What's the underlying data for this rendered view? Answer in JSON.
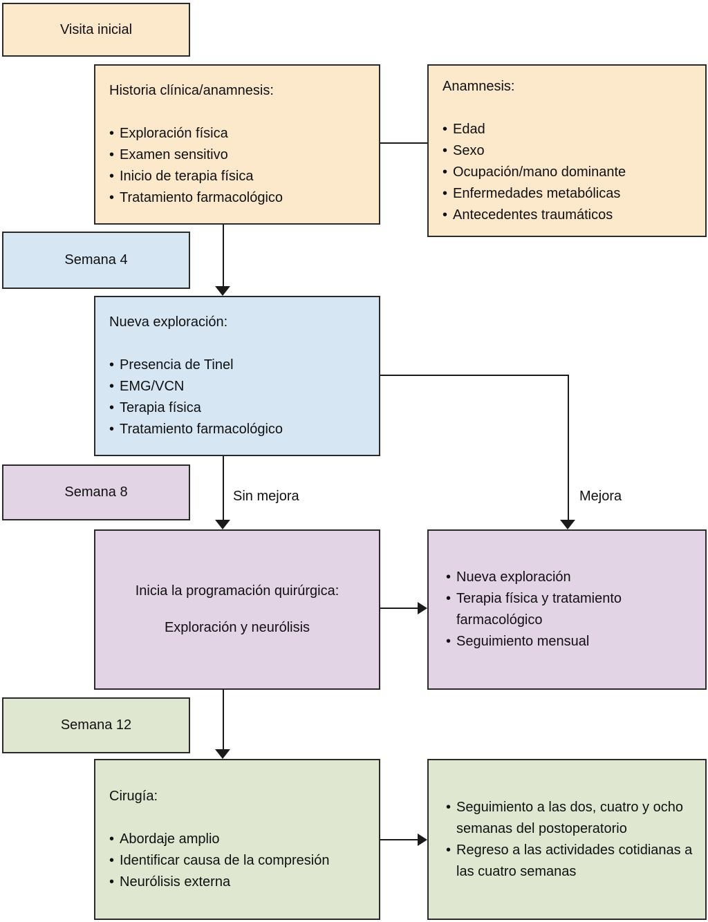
{
  "palette": {
    "peach": "#fce8cb",
    "blue": "#d6e7f3",
    "purple": "#e2d3e5",
    "green": "#dfe7d1",
    "border": "#2a2a2a",
    "line": "#1a1a1a",
    "text": "#101010",
    "background": "#ffffff"
  },
  "nodes": {
    "visita_inicial": {
      "label": "Visita inicial"
    },
    "historia": {
      "title": "Historia clínica/anamnesis:",
      "items": [
        "Exploración física",
        "Examen sensitivo",
        "Inicio de terapia física",
        "Tratamiento farmacológico"
      ]
    },
    "anamnesis": {
      "title": "Anamnesis:",
      "items": [
        "Edad",
        "Sexo",
        "Ocupación/mano dominante",
        "Enfermedades metabólicas",
        "Antecedentes traumáticos"
      ]
    },
    "semana_4": {
      "label": "Semana 4"
    },
    "nueva_exploracion": {
      "title": "Nueva exploración:",
      "items": [
        "Presencia de Tinel",
        "EMG/VCN",
        "Terapia física",
        "Tratamiento farmacológico"
      ]
    },
    "semana_8": {
      "label": "Semana 8"
    },
    "programacion_quirurgica": {
      "lines": [
        "Inicia la programación quirúrgica:",
        "Exploración y neurólisis"
      ]
    },
    "mejora_seguimiento": {
      "items": [
        "Nueva exploración",
        "Terapia física y tratamiento farmacológico",
        "Seguimiento mensual"
      ]
    },
    "semana_12": {
      "label": "Semana 12"
    },
    "cirugia": {
      "title": "Cirugía:",
      "items": [
        "Abordaje amplio",
        "Identificar causa de la compresión",
        "Neurólisis externa"
      ]
    },
    "postoperatorio": {
      "items": [
        "Seguimiento a las dos, cuatro y ocho semanas del postoperatorio",
        "Regreso a las actividades cotidianas a las cuatro semanas"
      ]
    }
  },
  "edge_labels": {
    "sin_mejora": "Sin mejora",
    "mejora": "Mejora"
  }
}
